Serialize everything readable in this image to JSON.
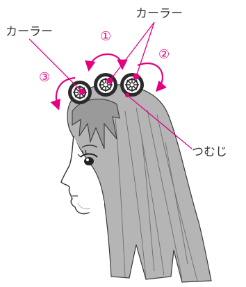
{
  "labels": {
    "curler_left": "カーラー",
    "curler_top": "カーラー",
    "whorl": "つむじ",
    "step1": "①",
    "step2": "②",
    "step3": "③"
  },
  "colors": {
    "accent": "#e5007f",
    "hair": "#b5b5b5",
    "hair_shadow": "#9a9a9a",
    "line": "#3a3a3a",
    "curler_dark": "#2b2b2b",
    "text": "#333333"
  }
}
